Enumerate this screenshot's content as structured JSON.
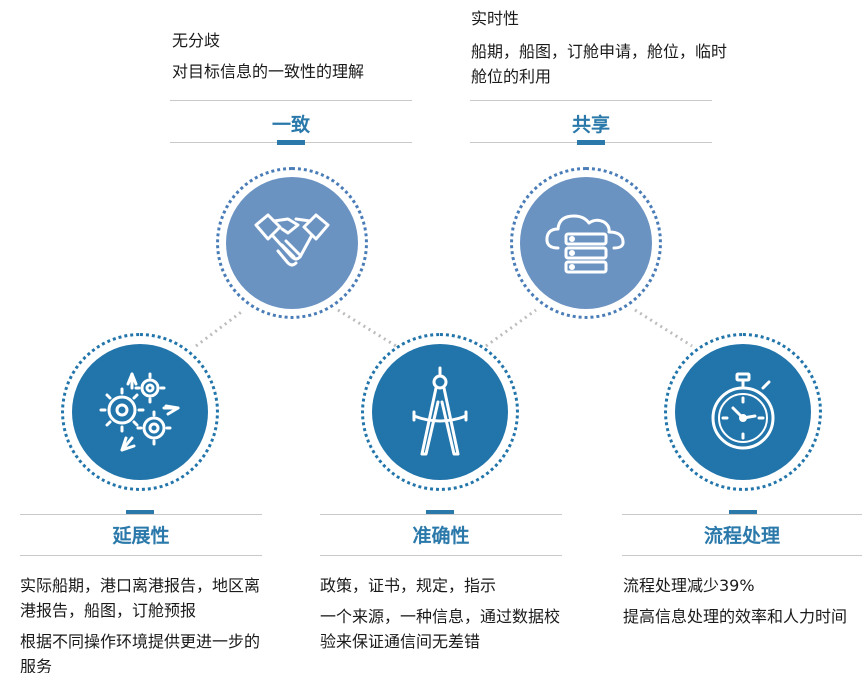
{
  "colors": {
    "light_node": "#6b93c2",
    "dark_node": "#2275aa",
    "accent": "#2a79aa",
    "connector": "#bdbdbd"
  },
  "nodes": {
    "consistency": {
      "title": "一致",
      "icon": "handshake-icon",
      "lines": [
        "无分歧",
        "对目标信息的一致性的理解"
      ]
    },
    "sharing": {
      "title": "共享",
      "icon": "cloud-server-icon",
      "lines": [
        "实时性",
        "船期，船图，订舱申请，舱位，临时舱位的利用"
      ]
    },
    "extensibility": {
      "title": "延展性",
      "icon": "gears-icon",
      "lines": [
        "实际船期，港口离港报告，地区离港报告，船图，订舱预报",
        "根据不同操作环境提供更进一步的服务"
      ]
    },
    "accuracy": {
      "title": "准确性",
      "icon": "compass-icon",
      "lines": [
        "政策，证书，规定，指示",
        "一个来源，一种信息，通过数据校验来保证通信间无差错"
      ]
    },
    "process": {
      "title": "流程处理",
      "icon": "stopwatch-icon",
      "lines": [
        "流程处理减少39%",
        "提高信息处理的效率和人力时间"
      ]
    }
  }
}
